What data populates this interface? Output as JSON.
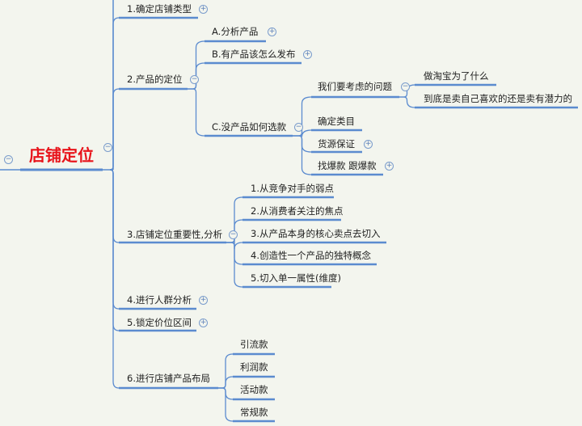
{
  "root": {
    "label": "店铺定位"
  },
  "colors": {
    "line": "#5b8bcf",
    "root_text": "#e8141b",
    "background": "#f3f5ee"
  },
  "branches": {
    "b1": "1.确定店铺类型",
    "b2": "2.产品的定位",
    "b2a": "A.分析产品",
    "b2b": "B.有产品该怎么发布",
    "b2c": "C.没产品如何选款",
    "b2c1": "我们要考虑的问题",
    "b2c1a": "做淘宝为了什么",
    "b2c1b": "到底是卖自己喜欢的还是卖有潜力的",
    "b2c2": "确定类目",
    "b2c3": "货源保证",
    "b2c4": "找爆款 跟爆款",
    "b3": "3.店铺定位重要性,分析",
    "b3_1": "1.从竞争对手的弱点",
    "b3_2": "2.从消费者关注的焦点",
    "b3_3": "3.从产品本身的核心卖点去切入",
    "b3_4": "4.创造性一个产品的独特概念",
    "b3_5": "5.切入单一属性(维度)",
    "b4": "4.进行人群分析",
    "b5": "5.锁定价位区间",
    "b6": "6.进行店铺产品布局",
    "b6_1": "引流款",
    "b6_2": "利润款",
    "b6_3": "活动款",
    "b6_4": "常规款"
  }
}
